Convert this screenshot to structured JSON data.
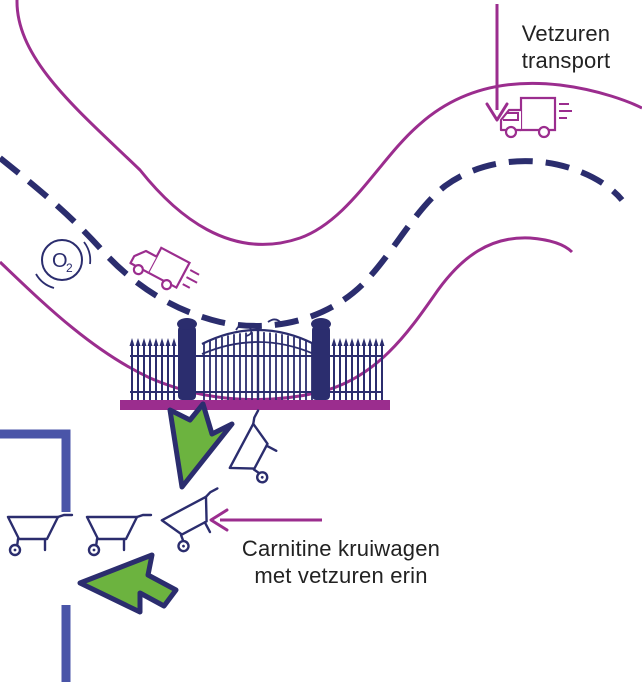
{
  "labels": {
    "transport_line1": "Vetzuren",
    "transport_line2": "transport",
    "wheelbarrow_line1": "Carnitine kruiwagen",
    "wheelbarrow_line2": "met vetzuren erin",
    "oxygen_main": "O",
    "oxygen_sub": "2"
  },
  "colors": {
    "membrane": "#9b2d8e",
    "dashed_path": "#2b2d6e",
    "gate": "#2b2d6e",
    "gate_base": "#9b2d8e",
    "mitochondria_wall": "#4a55a8",
    "arrow_fill": "#6cb33f",
    "arrow_outline": "#2b2d6e",
    "truck": "#9b2d8e",
    "wheelbarrow": "#2b2d6e",
    "text": "#222222"
  },
  "icons": [
    "delivery-truck-icon",
    "oxygen-icon",
    "wheelbarrow-icon",
    "gate-icon",
    "arrow-icon"
  ]
}
